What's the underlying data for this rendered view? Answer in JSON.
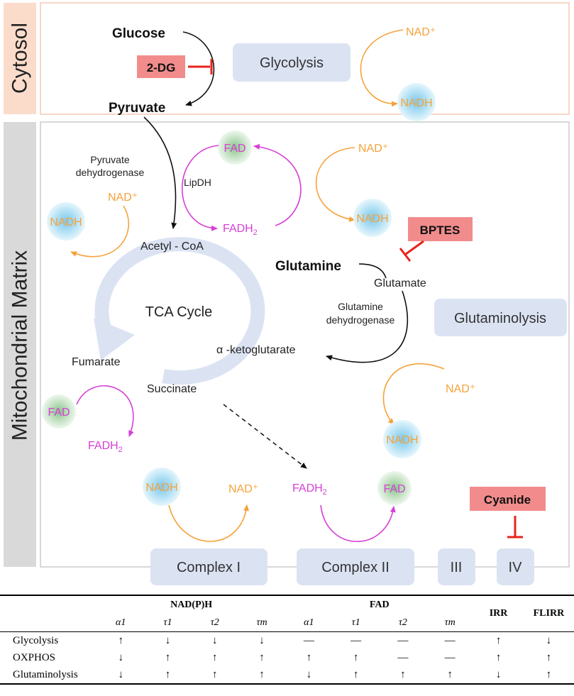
{
  "diagram": {
    "compartments": {
      "cytosol": "Cytosol",
      "matrix": "Mitochondrial Matrix"
    },
    "metabolites": {
      "glucose": "Glucose",
      "pyruvate": "Pyruvate",
      "glutamine": "Glutamine",
      "glutamate": "Glutamate",
      "acetyl_coa": "Acetyl - CoA",
      "alpha_kg": "α -ketoglutarate",
      "fumarate": "Fumarate",
      "succinate": "Succinate"
    },
    "pathways": {
      "glycolysis": "Glycolysis",
      "tca": "TCA Cycle",
      "glutaminolysis": "Glutaminolysis"
    },
    "enzymes": {
      "pdh_line1": "Pyruvate",
      "pdh_line2": "dehydrogenase",
      "lipdh": "LipDH",
      "gdh_line1": "Glutamine",
      "gdh_line2": "dehydrogenase"
    },
    "inhibitors": {
      "dg": "2-DG",
      "bptes": "BPTES",
      "cyanide": "Cyanide"
    },
    "cofactors": {
      "nad": "NAD⁺",
      "nadh": "NADH",
      "fad": "FAD",
      "fadh2_base": "FADH",
      "fadh2_sub": "2"
    },
    "complexes": {
      "c1": "Complex I",
      "c2": "Complex II",
      "c3": "III",
      "c4": "IV"
    },
    "colors": {
      "nad_orange": "#f5a23a",
      "fad_magenta": "#d63fd6",
      "inhibitor_red": "#e8231b",
      "inhibitor_fill": "#f28c8c",
      "pathway_box": "#dbe3f3",
      "cytosol_label_bg": "#fbdccb",
      "matrix_label_bg": "#d9d9d9"
    }
  },
  "table": {
    "groups": {
      "nadph": "NAD(P)H",
      "fad": "FAD",
      "irr": "IRR",
      "flirr": "FLIRR"
    },
    "subheaders": [
      "α1",
      "τ1",
      "τ2",
      "τm",
      "α1",
      "τ1",
      "τ2",
      "τm"
    ],
    "rows": [
      {
        "label": "Glycolysis",
        "cells": [
          "↑",
          "↓",
          "↓",
          "↓",
          "—",
          "—",
          "—",
          "—",
          "↑",
          "↓"
        ]
      },
      {
        "label": "OXPHOS",
        "cells": [
          "↓",
          "↑",
          "↑",
          "↑",
          "↑",
          "↑",
          "—",
          "—",
          "↑",
          "↑"
        ]
      },
      {
        "label": "Glutaminolysis",
        "cells": [
          "↓",
          "↑",
          "↑",
          "↑",
          "↓",
          "↑",
          "↑",
          "↑",
          "↓",
          "↑"
        ]
      }
    ]
  }
}
